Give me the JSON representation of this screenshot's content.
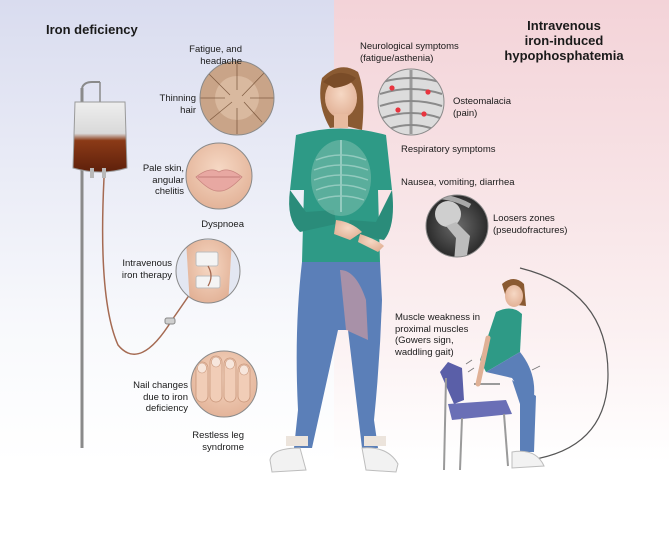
{
  "titles": {
    "left": "Iron deficiency",
    "right": "Intravenous\niron-induced\nhypophosphatemia"
  },
  "left_labels": {
    "fatigue": "Fatigue, and\nheadache",
    "thinning_hair": "Thinning\nhair",
    "pale_skin": "Pale skin,\nangular\nchelitis",
    "dyspnoea": "Dyspnoea",
    "iv_therapy": "Intravenous\niron therapy",
    "nail_changes": "Nail changes\ndue to iron\ndeficiency",
    "restless_leg": "Restless leg\nsyndrome"
  },
  "right_labels": {
    "neurological": "Neurological symptoms\n(fatigue/asthenia)",
    "osteomalacia": "Osteomalacia\n(pain)",
    "respiratory": "Respiratory symptoms",
    "nausea": "Nausea, vomiting, diarrhea",
    "loosers": "Loosers zones\n(pseudofractures)",
    "muscle": "Muscle weakness in\nproximal muscles\n(Gowers sign,\nwaddling gait)"
  },
  "colors": {
    "left_panel": "#dcdff0",
    "right_panel": "#f3d3d8",
    "shirt": "#2e9a86",
    "jeans": "#5b7fb8",
    "hair": "#8a5a32",
    "iron_fluid": "#7a2d12",
    "chair": "#5a5fa8"
  }
}
